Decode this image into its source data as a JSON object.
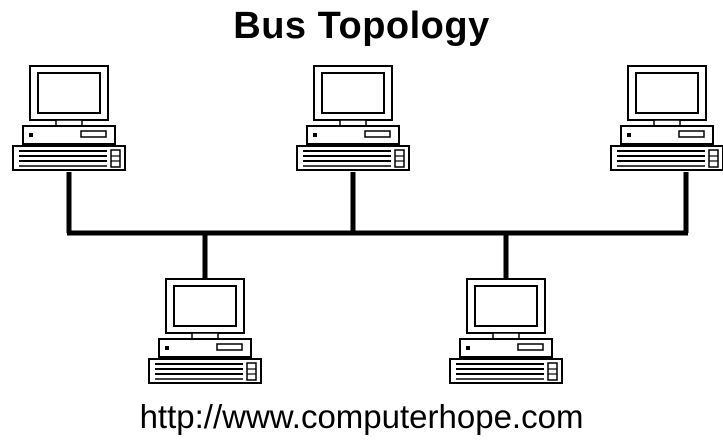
{
  "title": "Bus Topology",
  "caption": "http://www.computerhope.com",
  "colors": {
    "line": "#000000",
    "background": "#ffffff",
    "computer_fill": "#ffffff",
    "computer_stroke": "#000000"
  },
  "diagram": {
    "topology": "bus",
    "nodes": [
      {
        "id": "computer-top-left",
        "icon": "desktop-computer-icon"
      },
      {
        "id": "computer-top-center",
        "icon": "desktop-computer-icon"
      },
      {
        "id": "computer-top-right",
        "icon": "desktop-computer-icon"
      },
      {
        "id": "computer-bottom-left",
        "icon": "desktop-computer-icon"
      },
      {
        "id": "computer-bottom-right",
        "icon": "desktop-computer-icon"
      }
    ],
    "links": [
      {
        "from": "computer-top-left",
        "to": "bus"
      },
      {
        "from": "computer-top-center",
        "to": "bus"
      },
      {
        "from": "computer-top-right",
        "to": "bus"
      },
      {
        "from": "computer-bottom-left",
        "to": "bus"
      },
      {
        "from": "computer-bottom-right",
        "to": "bus"
      }
    ]
  }
}
